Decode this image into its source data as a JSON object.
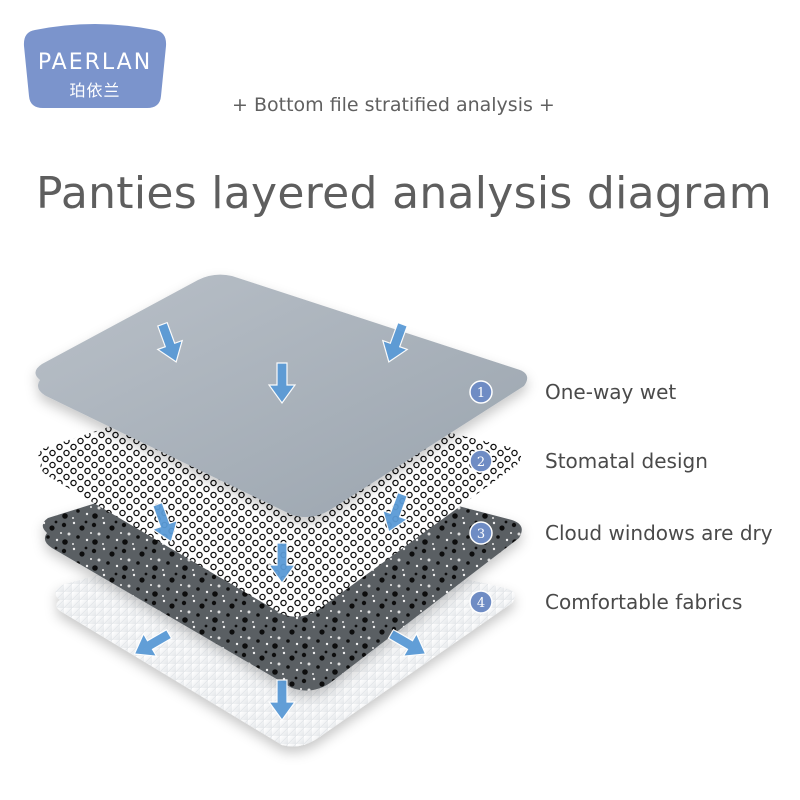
{
  "brand": {
    "wordmark": "PAERLAN",
    "wordmark_cn": "珀依兰",
    "color": "#7b94cc"
  },
  "subtitle": "+  Bottom file stratified analysis  +",
  "title": "Panties layered analysis diagram",
  "layers": [
    {
      "number": "1",
      "label": "One-way wet"
    },
    {
      "number": "2",
      "label": "Stomatal design"
    },
    {
      "number": "3",
      "label": "Cloud windows are dry"
    },
    {
      "number": "4",
      "label": "Comfortable fabrics"
    }
  ],
  "colors": {
    "badge": "#6f8cc4",
    "arrow": "#5a9ad6",
    "top_layer": "#a9b2bb",
    "mesh": "#1a1a1a",
    "dotted_layer": "#5a5e62",
    "base_layer": "#eef0f2"
  }
}
